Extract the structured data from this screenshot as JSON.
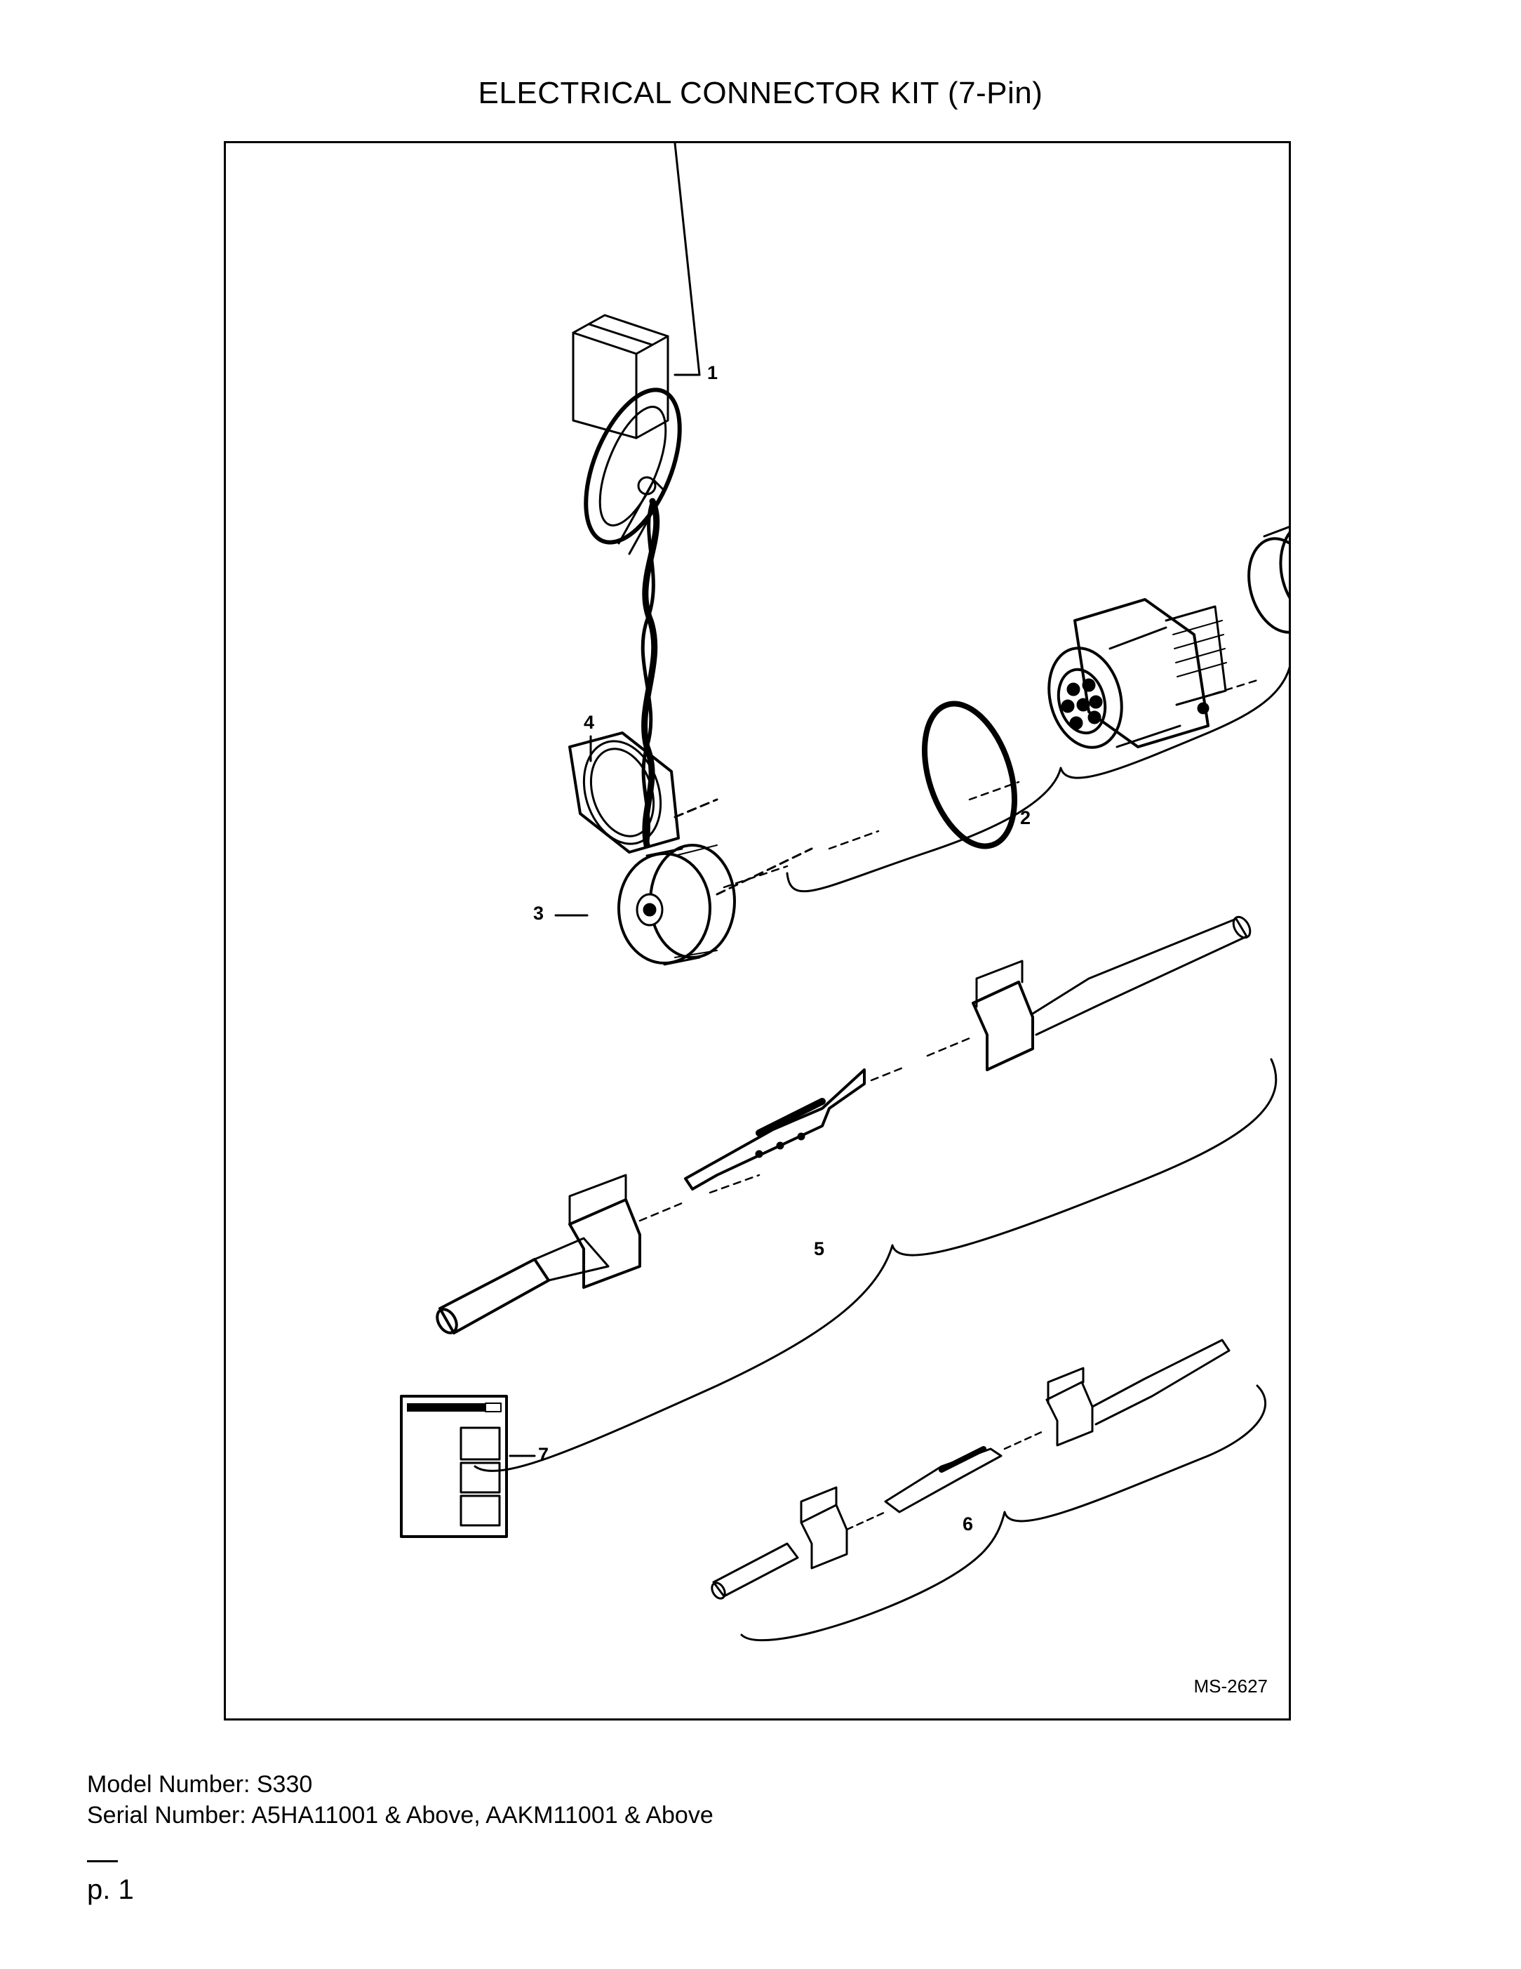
{
  "document": {
    "title": "ELECTRICAL CONNECTOR KIT (7-Pin)",
    "figure_id": "MS-2627",
    "callouts": [
      "1",
      "2",
      "3",
      "4",
      "5",
      "6",
      "7"
    ],
    "model_line": "Model Number: S330",
    "serial_line": "Serial Number: A5HA11001 & Above, AAKM11001 & Above",
    "page_label": "p. 1"
  }
}
